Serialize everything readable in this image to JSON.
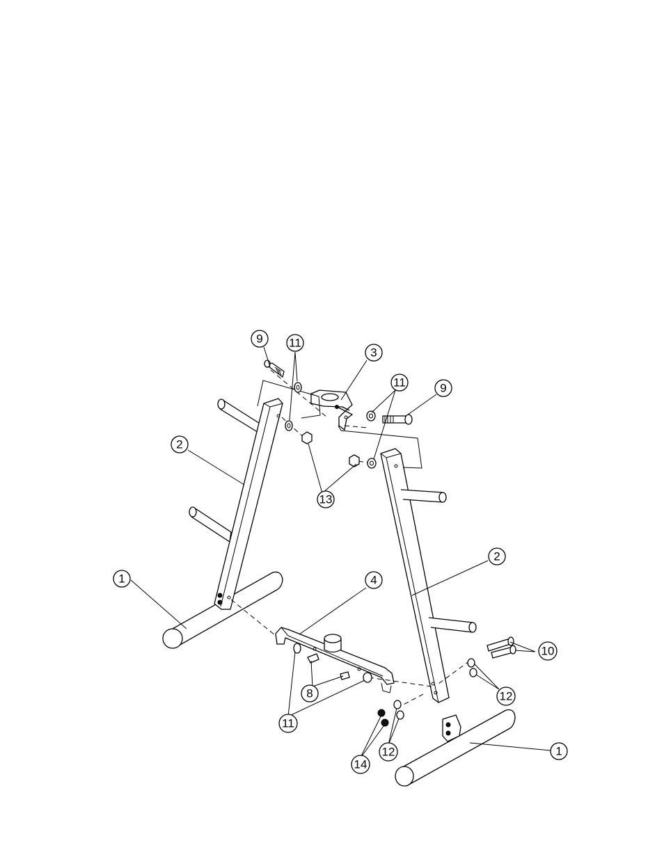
{
  "callouts": [
    {
      "id": "c9a",
      "label": "9"
    },
    {
      "id": "c11a",
      "label": "11"
    },
    {
      "id": "c3",
      "label": "3"
    },
    {
      "id": "c11b",
      "label": "11"
    },
    {
      "id": "c9b",
      "label": "9"
    },
    {
      "id": "c2a",
      "label": "2"
    },
    {
      "id": "c13",
      "label": "13"
    },
    {
      "id": "c2b",
      "label": "2"
    },
    {
      "id": "c1a",
      "label": "1"
    },
    {
      "id": "c4",
      "label": "4"
    },
    {
      "id": "c10",
      "label": "10"
    },
    {
      "id": "c8",
      "label": "8"
    },
    {
      "id": "c12a",
      "label": "12"
    },
    {
      "id": "c11c",
      "label": "11"
    },
    {
      "id": "c14",
      "label": "14"
    },
    {
      "id": "c12b",
      "label": "12"
    },
    {
      "id": "c1b",
      "label": "1"
    }
  ]
}
